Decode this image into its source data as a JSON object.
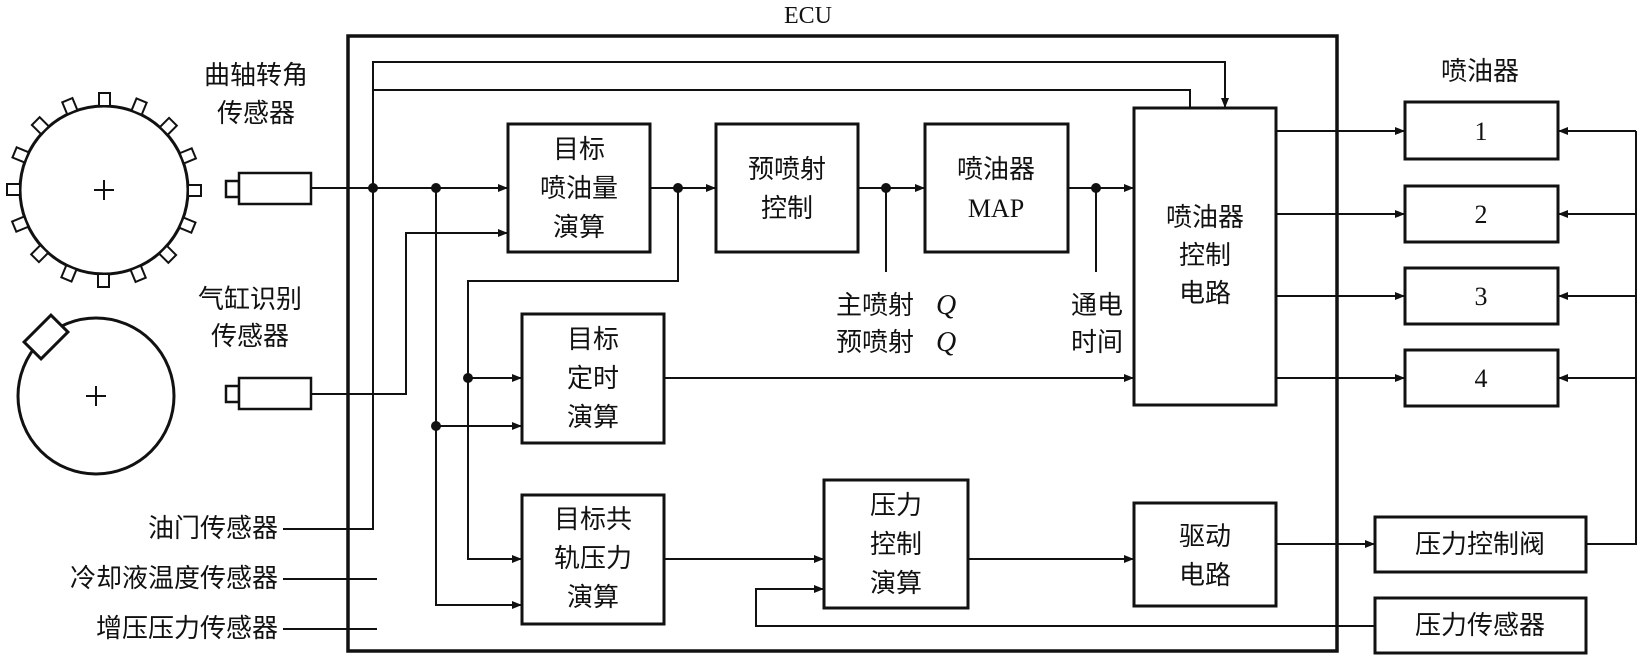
{
  "ecu": {
    "label": "ECU"
  },
  "injectors": {
    "title": "喷油器",
    "items": [
      "1",
      "2",
      "3",
      "4"
    ]
  },
  "sensors": {
    "crank": [
      "曲轴转角",
      "传感器"
    ],
    "cylinder": [
      "气缸识别",
      "传感器"
    ],
    "throttle": "油门传感器",
    "coolant": "冷却液温度传感器",
    "boost": "增压压力传感器"
  },
  "blocks": {
    "target_quantity": [
      "目标",
      "喷油量",
      "演算"
    ],
    "pre_injection": [
      "预喷射",
      "控制"
    ],
    "injector_map": [
      "喷油器",
      "MAP"
    ],
    "injector_circuit": [
      "喷油器",
      "控制",
      "电路"
    ],
    "target_timing": [
      "目标",
      "定时",
      "演算"
    ],
    "target_rail_pressure": [
      "目标共",
      "轨压力",
      "演算"
    ],
    "pressure_control": [
      "压力",
      "控制",
      "演算"
    ],
    "drive_circuit": [
      "驱动",
      "电路"
    ]
  },
  "signals": {
    "main_injection": {
      "text": "主喷射",
      "var": "Q"
    },
    "pre_injection": {
      "text": "预喷射",
      "var": "Q"
    },
    "energize_time": [
      "通电",
      "时间"
    ]
  },
  "actuators": {
    "pressure_valve": "压力控制阀",
    "pressure_sensor": "压力传感器"
  }
}
